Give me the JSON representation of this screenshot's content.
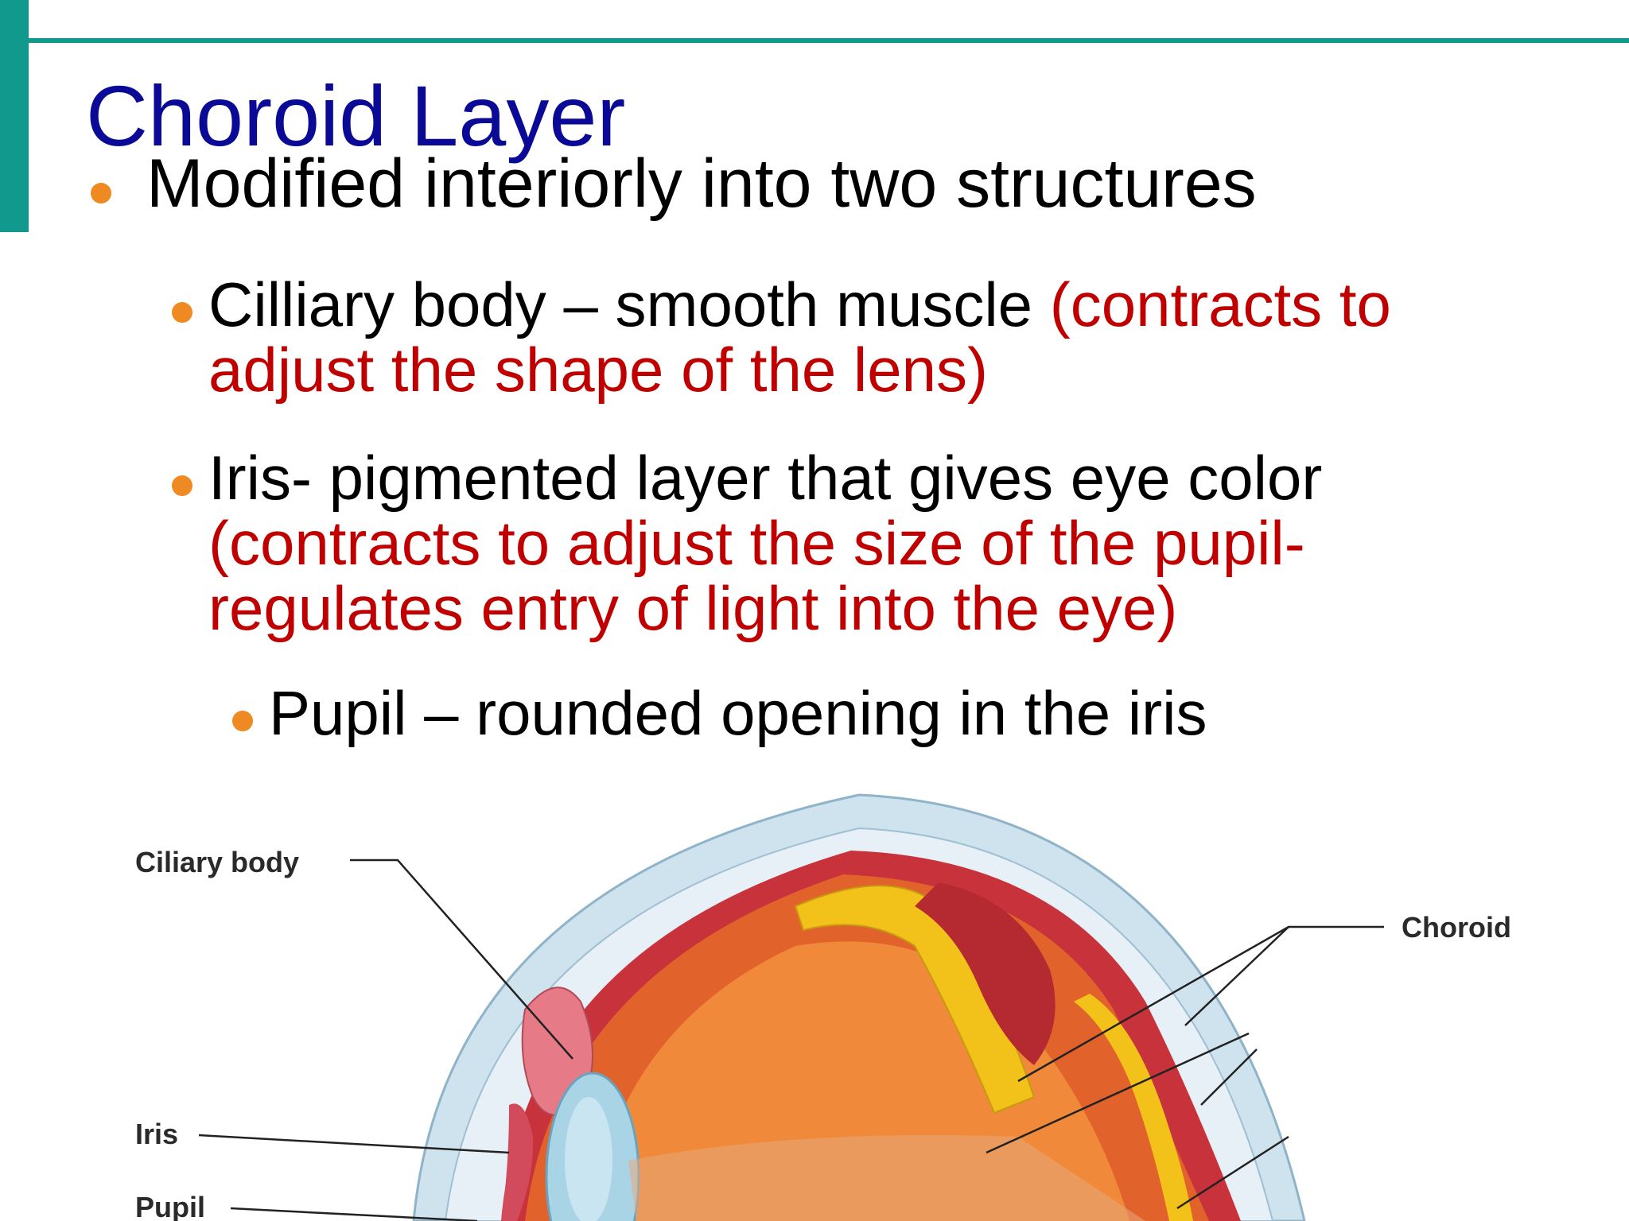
{
  "slide": {
    "title": "Choroid Layer",
    "bullets": {
      "level1": "Modified interiorly into two structures",
      "ciliary_black": "Cilliary body – smooth muscle ",
      "ciliary_red_line1": "(contracts to",
      "ciliary_red_line2": "adjust the shape of the lens)",
      "iris_black": "Iris- pigmented layer that gives eye color",
      "iris_red_line1": "(contracts to adjust the size of the pupil-",
      "iris_red_line2": "regulates entry of light into the eye)",
      "pupil": "Pupil – rounded opening in the iris"
    },
    "diagram_labels": {
      "ciliary_body": "Ciliary body",
      "choroid": "Choroid",
      "iris": "Iris",
      "pupil": "Pupil"
    },
    "colors": {
      "accent": "#11998e",
      "title": "#0a0a96",
      "emphasis": "#c00000",
      "bullet": "#ef8a22"
    }
  }
}
